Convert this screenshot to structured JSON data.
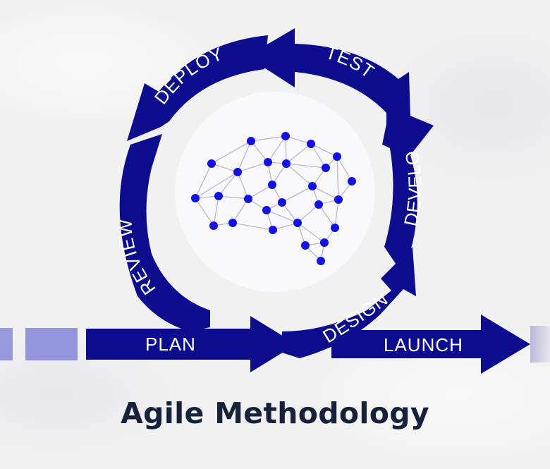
{
  "title": "Agile Methodology",
  "stages": {
    "plan": "PLAN",
    "design": "DESIGN",
    "develop": "DEVELOP",
    "test": "TEST",
    "deploy": "DEPLOY",
    "review": "REVIEW",
    "launch": "LAUNCH"
  },
  "colors": {
    "arrow": "#0c0d8e",
    "arrow_light": "#8f8fe0",
    "node": "#1212e6",
    "edge": "#b9b9c4",
    "center": "#f9f9fb",
    "title": "#16213a"
  },
  "icons": {
    "center": "brain-network-icon"
  }
}
